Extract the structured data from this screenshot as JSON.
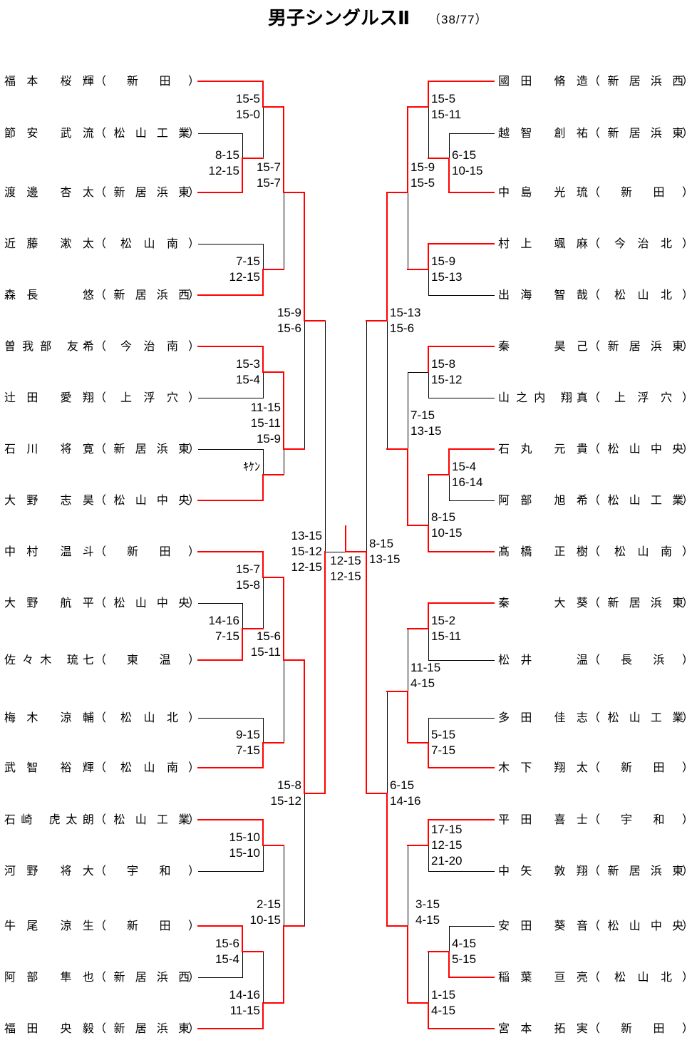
{
  "title": "男子シングルスⅡ",
  "entry_count": "（38/77）",
  "labels": {
    "school_open": "（",
    "school_close": "）"
  },
  "colors": {
    "winner_path": "#ff0000",
    "bracket_line": "#000000",
    "text": "#000000",
    "background": "#ffffff"
  },
  "bracket": {
    "left": {
      "players": [
        {
          "family": "福本",
          "given": "桜輝",
          "school": "新田"
        },
        {
          "family": "節安",
          "given": "武流",
          "school": "松山工業"
        },
        {
          "family": "渡邊",
          "given": "杏太",
          "school": "新居浜東"
        },
        {
          "family": "近藤",
          "given": "漱太",
          "school": "松山南"
        },
        {
          "family": "森長",
          "given": "悠",
          "school": "新居浜西"
        },
        {
          "family": "曽我部",
          "given": "友希",
          "school": "今治南"
        },
        {
          "family": "辻田",
          "given": "愛翔",
          "school": "上浮穴"
        },
        {
          "family": "石川",
          "given": "将寛",
          "school": "新居浜東"
        },
        {
          "family": "大野",
          "given": "志昊",
          "school": "松山中央"
        },
        {
          "family": "中村",
          "given": "温斗",
          "school": "新田"
        },
        {
          "family": "大野",
          "given": "航平",
          "school": "松山中央"
        },
        {
          "family": "佐々木",
          "given": "琉七",
          "school": "東温"
        },
        {
          "family": "梅木",
          "given": "涼輔",
          "school": "松山北"
        },
        {
          "family": "武智",
          "given": "裕輝",
          "school": "松山南"
        },
        {
          "family": "石崎",
          "given": "虎太朗",
          "school": "松山工業"
        },
        {
          "family": "河野",
          "given": "将大",
          "school": "宇和"
        },
        {
          "family": "牛尾",
          "given": "涼生",
          "school": "新田"
        },
        {
          "family": "阿部",
          "given": "隼也",
          "school": "新居浜西"
        },
        {
          "family": "福田",
          "given": "央毅",
          "school": "新居浜東"
        }
      ],
      "matches": [
        {
          "a": {
            "player": 1
          },
          "b": {
            "player": 2
          },
          "winner": "b",
          "scores": [
            "8-15",
            "12-15"
          ]
        },
        {
          "a": {
            "player": 0
          },
          "b": {
            "match": 0
          },
          "winner": "a",
          "scores": [
            "15-5",
            "15-0"
          ]
        },
        {
          "a": {
            "player": 3
          },
          "b": {
            "player": 4
          },
          "winner": "b",
          "scores": [
            "7-15",
            "12-15"
          ]
        },
        {
          "a": {
            "match": 1
          },
          "b": {
            "match": 2
          },
          "winner": "a",
          "scores": [
            "15-7",
            "15-7"
          ]
        },
        {
          "a": {
            "player": 5
          },
          "b": {
            "player": 6
          },
          "winner": "a",
          "scores": [
            "15-3",
            "15-4"
          ]
        },
        {
          "a": {
            "player": 7
          },
          "b": {
            "player": 8
          },
          "winner": "b",
          "scores": [],
          "note": "ｷｹﾝ"
        },
        {
          "a": {
            "match": 4
          },
          "b": {
            "match": 5
          },
          "winner": "a",
          "scores": [
            "11-15",
            "15-11",
            "15-9"
          ]
        },
        {
          "a": {
            "match": 3
          },
          "b": {
            "match": 6
          },
          "winner": "a",
          "scores": [
            "15-9",
            "15-6"
          ]
        },
        {
          "a": {
            "player": 10
          },
          "b": {
            "player": 11
          },
          "winner": "b",
          "scores": [
            "14-16",
            "7-15"
          ]
        },
        {
          "a": {
            "player": 9
          },
          "b": {
            "match": 8
          },
          "winner": "a",
          "scores": [
            "15-7",
            "15-8"
          ]
        },
        {
          "a": {
            "player": 12
          },
          "b": {
            "player": 13
          },
          "winner": "b",
          "scores": [
            "9-15",
            "7-15"
          ]
        },
        {
          "a": {
            "match": 9
          },
          "b": {
            "match": 10
          },
          "winner": "a",
          "scores": [
            "15-6",
            "15-11"
          ]
        },
        {
          "a": {
            "player": 14
          },
          "b": {
            "player": 15
          },
          "winner": "a",
          "scores": [
            "15-10",
            "15-10"
          ]
        },
        {
          "a": {
            "player": 16
          },
          "b": {
            "player": 17
          },
          "winner": "a",
          "scores": [
            "15-6",
            "15-4"
          ]
        },
        {
          "a": {
            "match": 13
          },
          "b": {
            "player": 18
          },
          "winner": "b",
          "scores": [
            "14-16",
            "11-15"
          ]
        },
        {
          "a": {
            "match": 12
          },
          "b": {
            "match": 14
          },
          "winner": "b",
          "scores": [
            "2-15",
            "10-15"
          ]
        },
        {
          "a": {
            "match": 11
          },
          "b": {
            "match": 15
          },
          "winner": "a",
          "scores": [
            "15-8",
            "15-12"
          ]
        },
        {
          "a": {
            "match": 7
          },
          "b": {
            "match": 16
          },
          "winner": "b",
          "scores": [
            "13-15",
            "15-12",
            "12-15"
          ]
        }
      ]
    },
    "right": {
      "players": [
        {
          "family": "國田",
          "given": "脩造",
          "school": "新居浜西"
        },
        {
          "family": "越智",
          "given": "創祐",
          "school": "新居浜東"
        },
        {
          "family": "中島",
          "given": "光琉",
          "school": "新田"
        },
        {
          "family": "村上",
          "given": "颯麻",
          "school": "今治北"
        },
        {
          "family": "出海",
          "given": "智哉",
          "school": "松山北"
        },
        {
          "family": "秦",
          "given": "昊己",
          "school": "新居浜東"
        },
        {
          "family": "山之内",
          "given": "翔真",
          "school": "上浮穴"
        },
        {
          "family": "石丸",
          "given": "元貴",
          "school": "松山中央"
        },
        {
          "family": "阿部",
          "given": "旭希",
          "school": "松山工業"
        },
        {
          "family": "髙橋",
          "given": "正樹",
          "school": "松山南"
        },
        {
          "family": "秦",
          "given": "大葵",
          "school": "新居浜東"
        },
        {
          "family": "松井",
          "given": "温",
          "school": "長浜"
        },
        {
          "family": "多田",
          "given": "佳志",
          "school": "松山工業"
        },
        {
          "family": "木下",
          "given": "翔太",
          "school": "新田"
        },
        {
          "family": "平田",
          "given": "喜士",
          "school": "宇和"
        },
        {
          "family": "中矢",
          "given": "敦翔",
          "school": "新居浜東"
        },
        {
          "family": "安田",
          "given": "葵音",
          "school": "松山中央"
        },
        {
          "family": "稲葉",
          "given": "亘亮",
          "school": "松山北"
        },
        {
          "family": "宮本",
          "given": "拓実",
          "school": "新田"
        }
      ],
      "matches": [
        {
          "a": {
            "player": 1
          },
          "b": {
            "player": 2
          },
          "winner": "b",
          "scores": [
            "6-15",
            "10-15"
          ]
        },
        {
          "a": {
            "player": 0
          },
          "b": {
            "match": 0
          },
          "winner": "a",
          "scores": [
            "15-5",
            "15-11"
          ]
        },
        {
          "a": {
            "player": 3
          },
          "b": {
            "player": 4
          },
          "winner": "a",
          "scores": [
            "15-9",
            "15-13"
          ]
        },
        {
          "a": {
            "match": 1
          },
          "b": {
            "match": 2
          },
          "winner": "a",
          "scores": [
            "15-9",
            "15-5"
          ]
        },
        {
          "a": {
            "player": 5
          },
          "b": {
            "player": 6
          },
          "winner": "a",
          "scores": [
            "15-8",
            "15-12"
          ]
        },
        {
          "a": {
            "player": 7
          },
          "b": {
            "player": 8
          },
          "winner": "a",
          "scores": [
            "15-4",
            "16-14"
          ]
        },
        {
          "a": {
            "match": 5
          },
          "b": {
            "player": 9
          },
          "winner": "b",
          "scores": [
            "8-15",
            "10-15"
          ]
        },
        {
          "a": {
            "match": 4
          },
          "b": {
            "match": 6
          },
          "winner": "b",
          "scores": [
            "7-15",
            "13-15"
          ]
        },
        {
          "a": {
            "match": 3
          },
          "b": {
            "match": 7
          },
          "winner": "a",
          "scores": [
            "15-13",
            "15-6"
          ]
        },
        {
          "a": {
            "player": 10
          },
          "b": {
            "player": 11
          },
          "winner": "a",
          "scores": [
            "15-2",
            "15-11"
          ]
        },
        {
          "a": {
            "player": 12
          },
          "b": {
            "player": 13
          },
          "winner": "b",
          "scores": [
            "5-15",
            "7-15"
          ]
        },
        {
          "a": {
            "match": 9
          },
          "b": {
            "match": 10
          },
          "winner": "b",
          "scores": [
            "11-15",
            "4-15"
          ]
        },
        {
          "a": {
            "player": 14
          },
          "b": {
            "player": 15
          },
          "winner": "a",
          "scores": [
            "17-15",
            "12-15",
            "21-20"
          ]
        },
        {
          "a": {
            "player": 16
          },
          "b": {
            "player": 17
          },
          "winner": "b",
          "scores": [
            "4-15",
            "5-15"
          ]
        },
        {
          "a": {
            "match": 13
          },
          "b": {
            "player": 18
          },
          "winner": "b",
          "scores": [
            "1-15",
            "4-15"
          ]
        },
        {
          "a": {
            "match": 12
          },
          "b": {
            "match": 14
          },
          "winner": "b",
          "scores": [
            "3-15",
            "4-15"
          ]
        },
        {
          "a": {
            "match": 11
          },
          "b": {
            "match": 15
          },
          "winner": "b",
          "scores": [
            "6-15",
            "14-16"
          ]
        },
        {
          "a": {
            "match": 8
          },
          "b": {
            "match": 16
          },
          "winner": "b",
          "scores": [
            "8-15",
            "13-15"
          ]
        }
      ]
    },
    "final": {
      "winner": "right",
      "scores": [
        "12-15",
        "12-15"
      ]
    }
  }
}
